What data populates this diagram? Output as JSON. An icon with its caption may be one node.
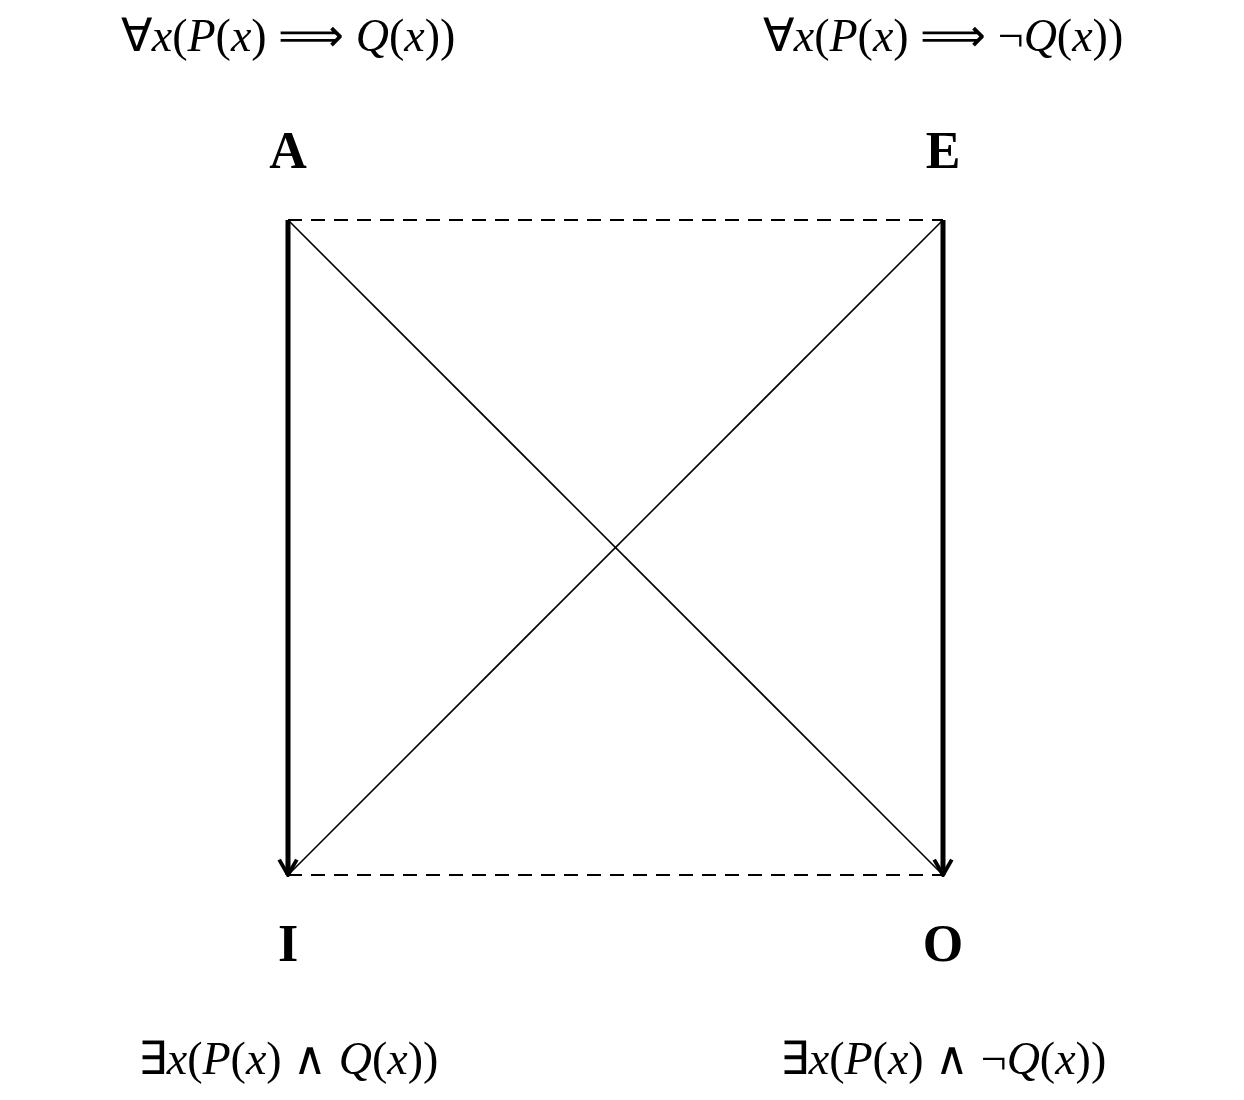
{
  "diagram": {
    "nodes": [
      {
        "text": [
          "A"
        ],
        "beside": [
          "∀*x*(*P*(*x*) ⟹ *Q*(*x*))"
        ]
      },
      {
        "text": [
          "E"
        ],
        "beside": [
          "∀*x*(*P*(*x*) ⟹ ¬*Q*(*x*))"
        ]
      },
      {
        "text": [
          "I"
        ],
        "beside": [
          "∃*x*(*P*(*x*) ∧ *Q*(*x*))"
        ]
      },
      {
        "text": [
          "O"
        ],
        "beside": [
          "∃*x*(*P*(*x*) ∧ ¬*Q*(*x*))"
        ]
      }
    ],
    "edges": [
      {
        "from": 0,
        "to": 1,
        "arrow": "none",
        "style": "dashed"
      },
      {
        "from": 0,
        "to": 2,
        "arrow": "to",
        "style": "thick"
      },
      {
        "from": 1,
        "to": 3,
        "arrow": "to",
        "style": "thick"
      },
      {
        "from": 0,
        "to": 3,
        "arrow": "none"
      },
      {
        "from": 1,
        "to": 2,
        "arrow": "none"
      },
      {
        "from": 2,
        "to": 3,
        "arrow": "none",
        "style": "dashed"
      }
    ]
  }
}
